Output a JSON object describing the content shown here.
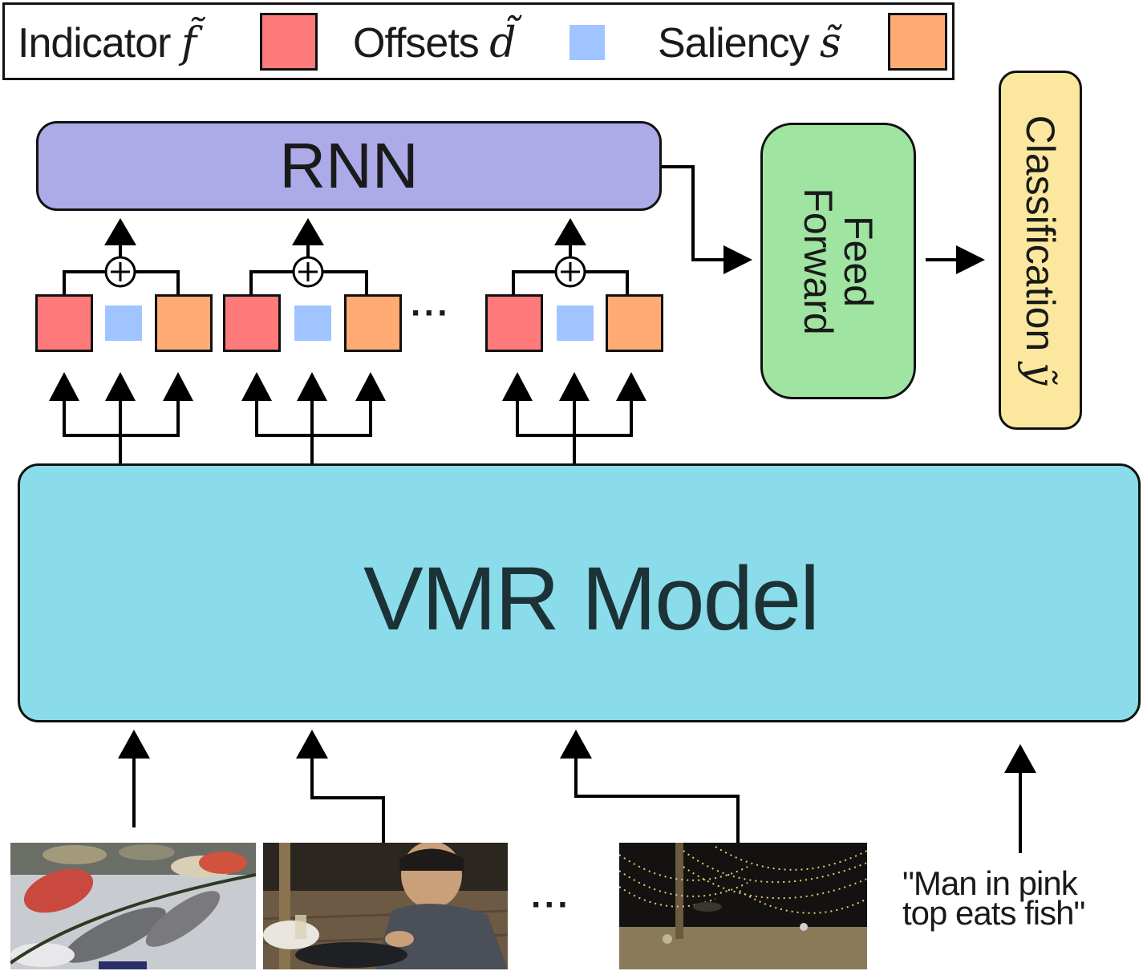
{
  "legend": {
    "indicator_label": "Indicator",
    "indicator_symbol": "f̃",
    "offsets_label": "Offsets",
    "offsets_symbol": "d̃",
    "saliency_label": "Saliency",
    "saliency_symbol": "s̃",
    "indicator_color": "#ff7a7a",
    "offsets_color": "#a0c4ff",
    "saliency_color": "#ffab73"
  },
  "rnn": {
    "label": "RNN",
    "color": "#acabe8"
  },
  "feed_forward": {
    "line1": "Feed",
    "line2": "Forward",
    "color": "#a0e4a2"
  },
  "classification": {
    "label": "Classification",
    "symbol": "ỹ",
    "color": "#fbe89e"
  },
  "vmr": {
    "label": "VMR Model",
    "color": "#8adcea"
  },
  "ellipsis": "···",
  "query": {
    "line1": "\"Man in pink",
    "line2": "top eats fish\""
  },
  "frames": [
    {
      "description_icon": "fish-photo-icon"
    },
    {
      "description_icon": "man-eating-photo-icon"
    },
    {
      "description_icon": "string-lights-photo-icon"
    }
  ]
}
